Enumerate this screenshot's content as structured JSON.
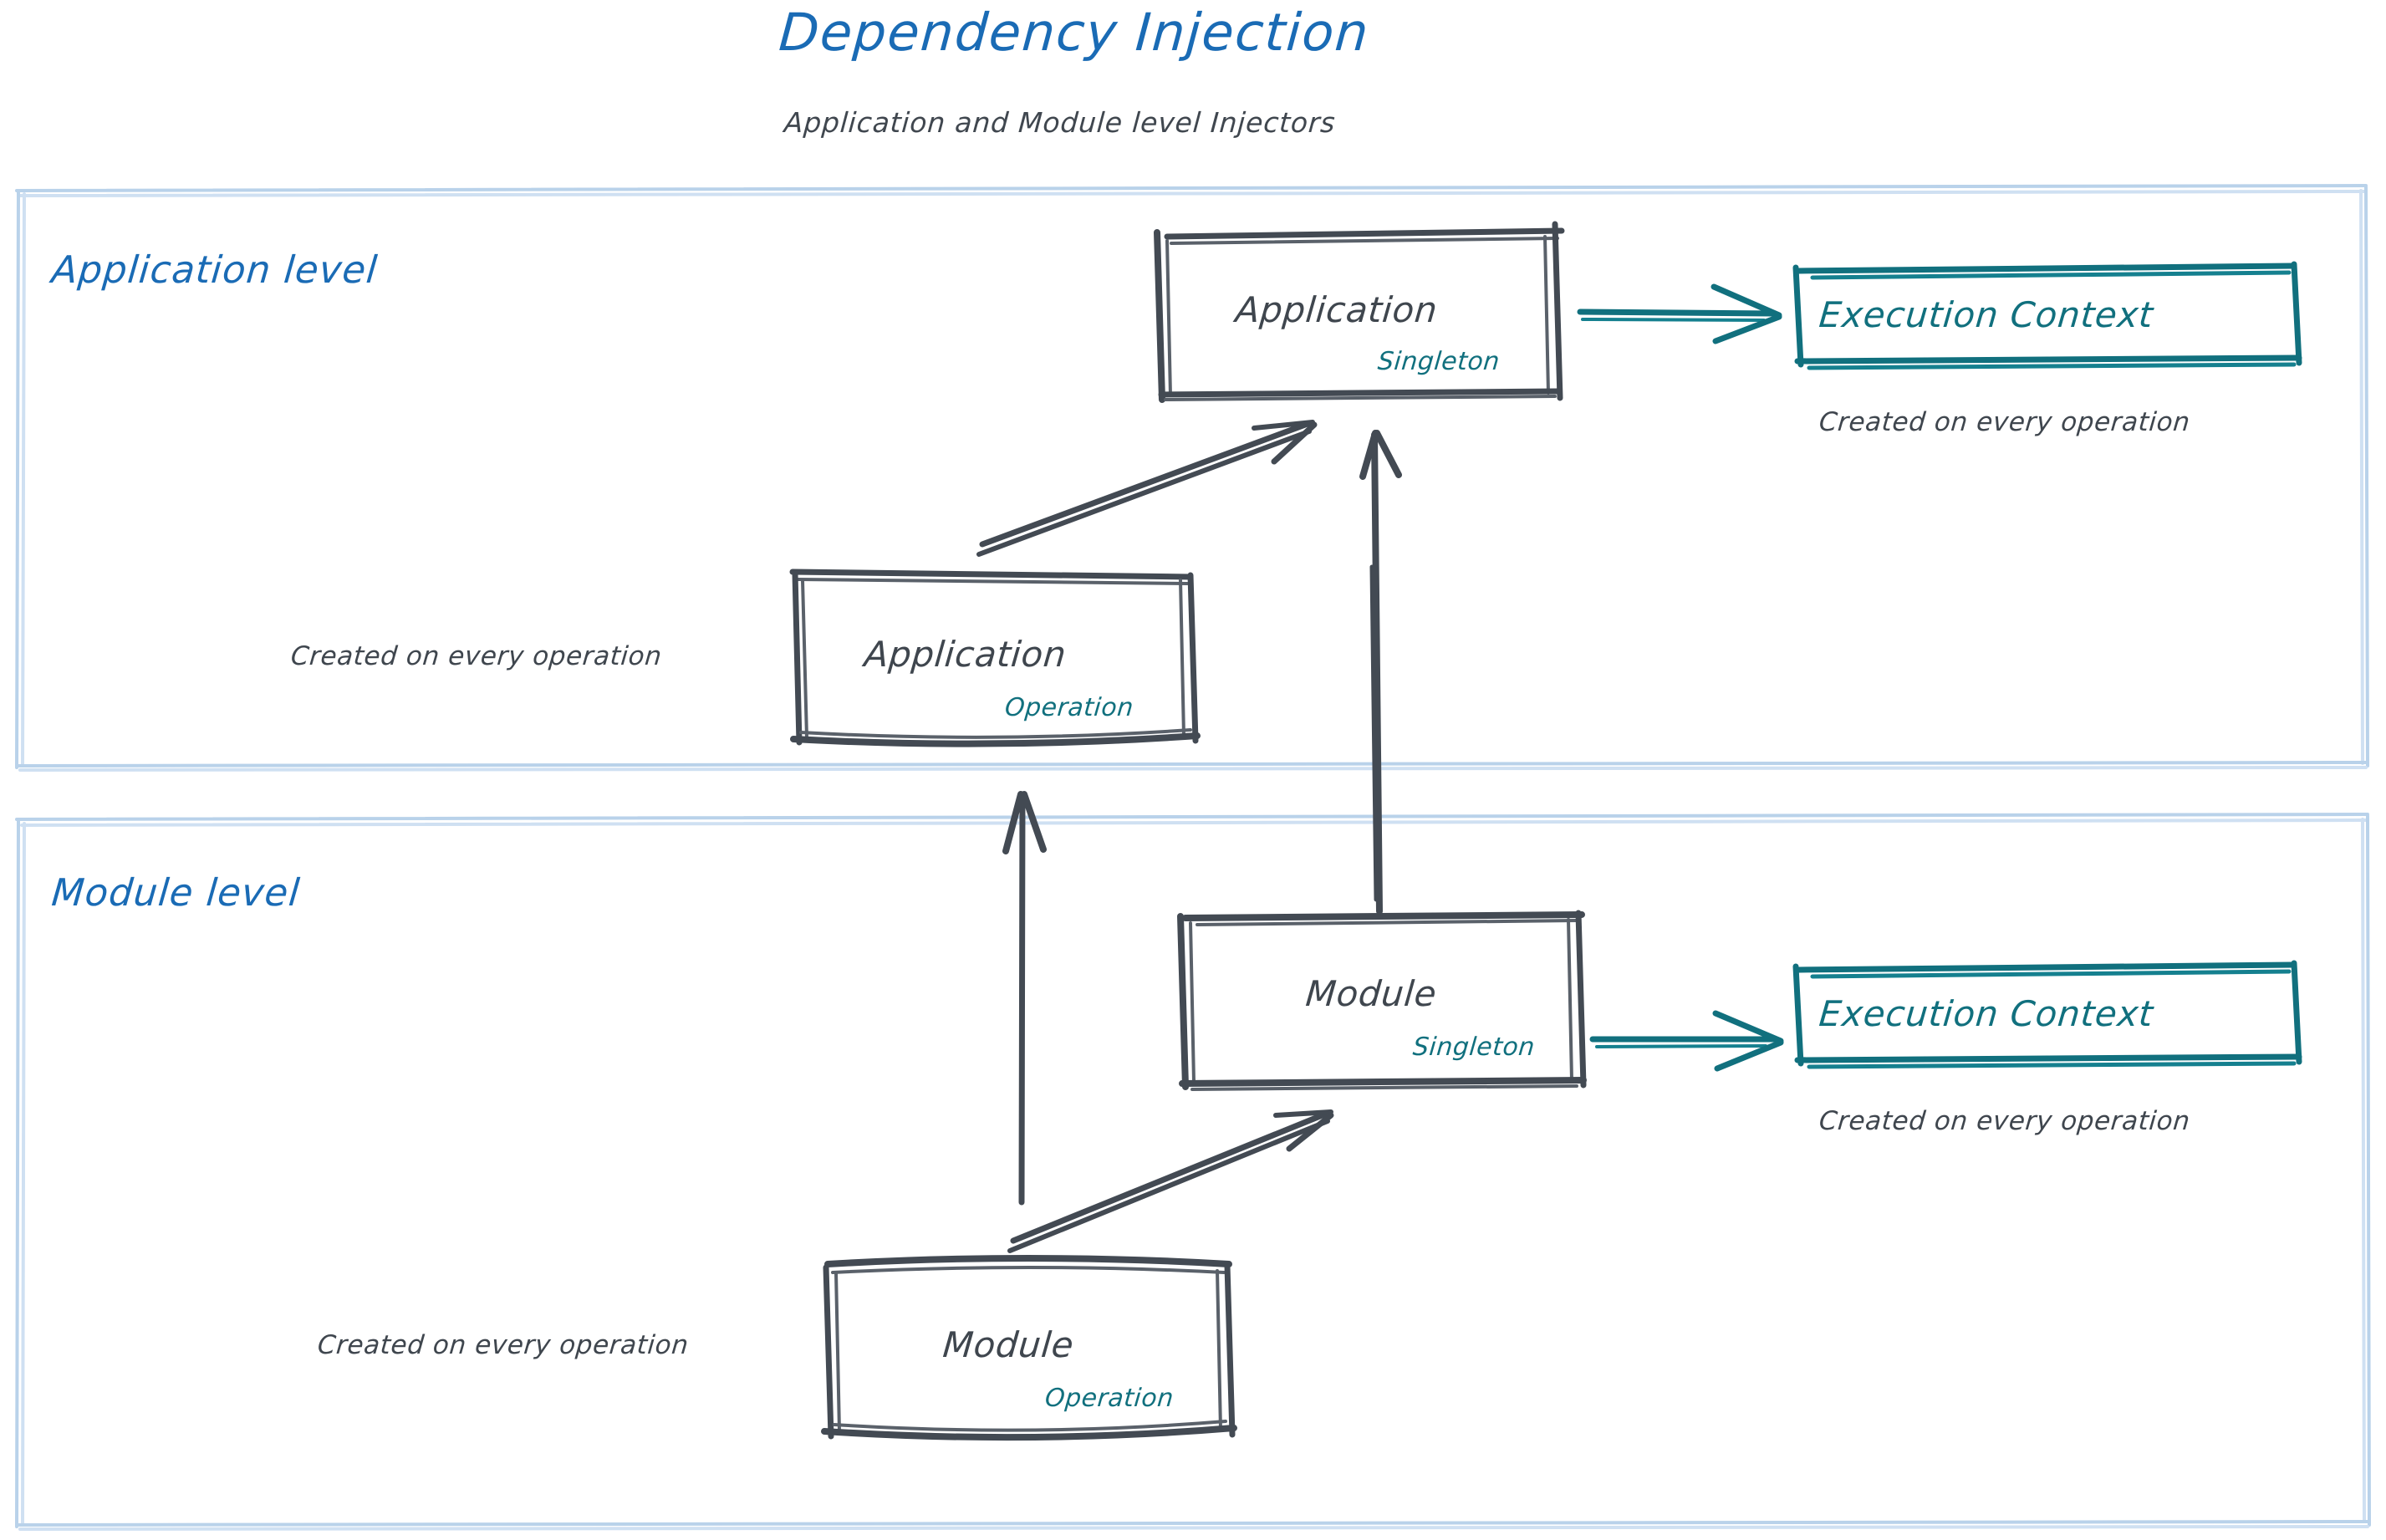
{
  "header": {
    "title": "Dependency Injection",
    "subtitle": "Application and Module level Injectors",
    "title_color": "#1a6bb5",
    "subtitle_color": "#40474f"
  },
  "palette": {
    "lane_border": "#b9d2ea",
    "lane_title": "#1a6bb5",
    "node_stroke": "#434a53",
    "node_text": "#3f464e",
    "scope_text": "#11707e",
    "context_stroke": "#11707e",
    "context_text": "#11707e",
    "annotation_text": "#3f464e",
    "background": "#ffffff"
  },
  "lanes": [
    {
      "id": "application-level",
      "title": "Application level",
      "nodes": [
        {
          "id": "application-singleton",
          "title": "Application",
          "scope": "Singleton"
        },
        {
          "id": "application-operation",
          "title": "Application",
          "scope": "Operation"
        }
      ],
      "context": {
        "id": "application-execution-context",
        "title": "Execution Context",
        "note": "Created on every operation"
      },
      "annotations": [
        {
          "id": "application-operation-note",
          "text": "Created on every operation"
        }
      ]
    },
    {
      "id": "module-level",
      "title": "Module level",
      "nodes": [
        {
          "id": "module-singleton",
          "title": "Module",
          "scope": "Singleton"
        },
        {
          "id": "module-operation",
          "title": "Module",
          "scope": "Operation"
        }
      ],
      "context": {
        "id": "module-execution-context",
        "title": "Execution Context",
        "note": "Created on every operation"
      },
      "annotations": [
        {
          "id": "module-operation-note",
          "text": "Created on every operation"
        }
      ]
    }
  ],
  "edges": [
    {
      "id": "edge-app-operation-to-app-singleton",
      "from": "application-operation",
      "to": "application-singleton",
      "style": "sketch-dark",
      "shape": "diagonal"
    },
    {
      "id": "edge-module-singleton-to-app-singleton",
      "from": "module-singleton",
      "to": "application-singleton",
      "style": "sketch-dark",
      "shape": "vertical"
    },
    {
      "id": "edge-module-operation-to-app-operation",
      "from": "module-operation",
      "to": "application-operation",
      "style": "sketch-dark",
      "shape": "vertical"
    },
    {
      "id": "edge-module-operation-to-module-singleton",
      "from": "module-operation",
      "to": "module-singleton",
      "style": "sketch-dark",
      "shape": "diagonal"
    },
    {
      "id": "edge-app-singleton-to-app-context",
      "from": "application-singleton",
      "to": "application-execution-context",
      "style": "sketch-teal",
      "shape": "horizontal"
    },
    {
      "id": "edge-module-singleton-to-module-context",
      "from": "module-singleton",
      "to": "module-execution-context",
      "style": "sketch-teal",
      "shape": "horizontal"
    }
  ]
}
